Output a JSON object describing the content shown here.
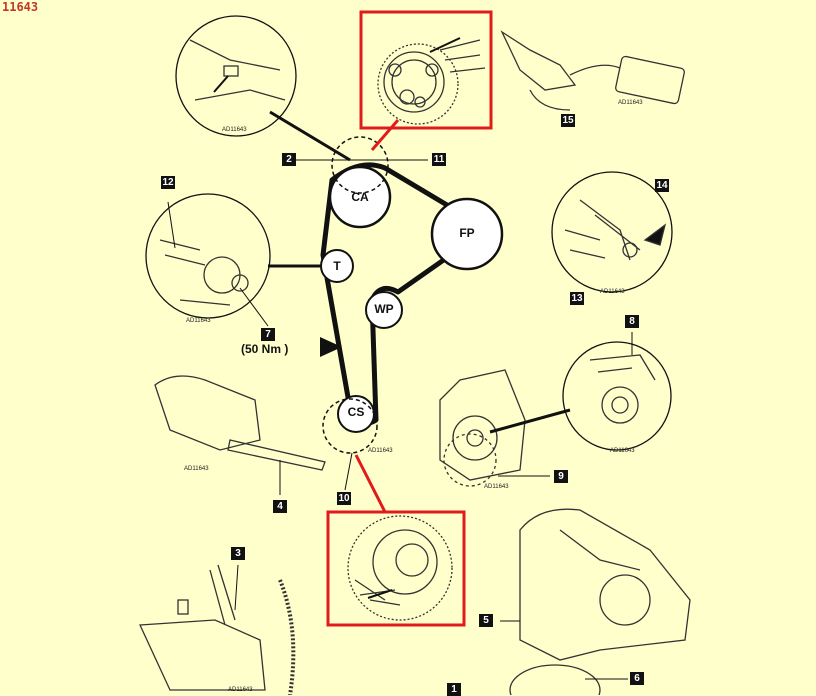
{
  "document_id": "11643",
  "figure_ref": "AD11643",
  "pulleys": {
    "camshaft": "CA",
    "fuel_pump": "FP",
    "tensioner": "T",
    "water_pump": "WP",
    "crankshaft": "CS"
  },
  "callouts": {
    "c1": "1",
    "c2": "2",
    "c3": "3",
    "c4": "4",
    "c5": "5",
    "c6": "6",
    "c7": "7",
    "c8": "8",
    "c9": "9",
    "c10": "10",
    "c11": "11",
    "c12": "12",
    "c13": "13",
    "c14": "14",
    "c15": "15"
  },
  "torque_spec": "(50 Nm )",
  "colors": {
    "background": "#ffffcc",
    "highlight": "#e01b1b",
    "ink": "#111111"
  }
}
